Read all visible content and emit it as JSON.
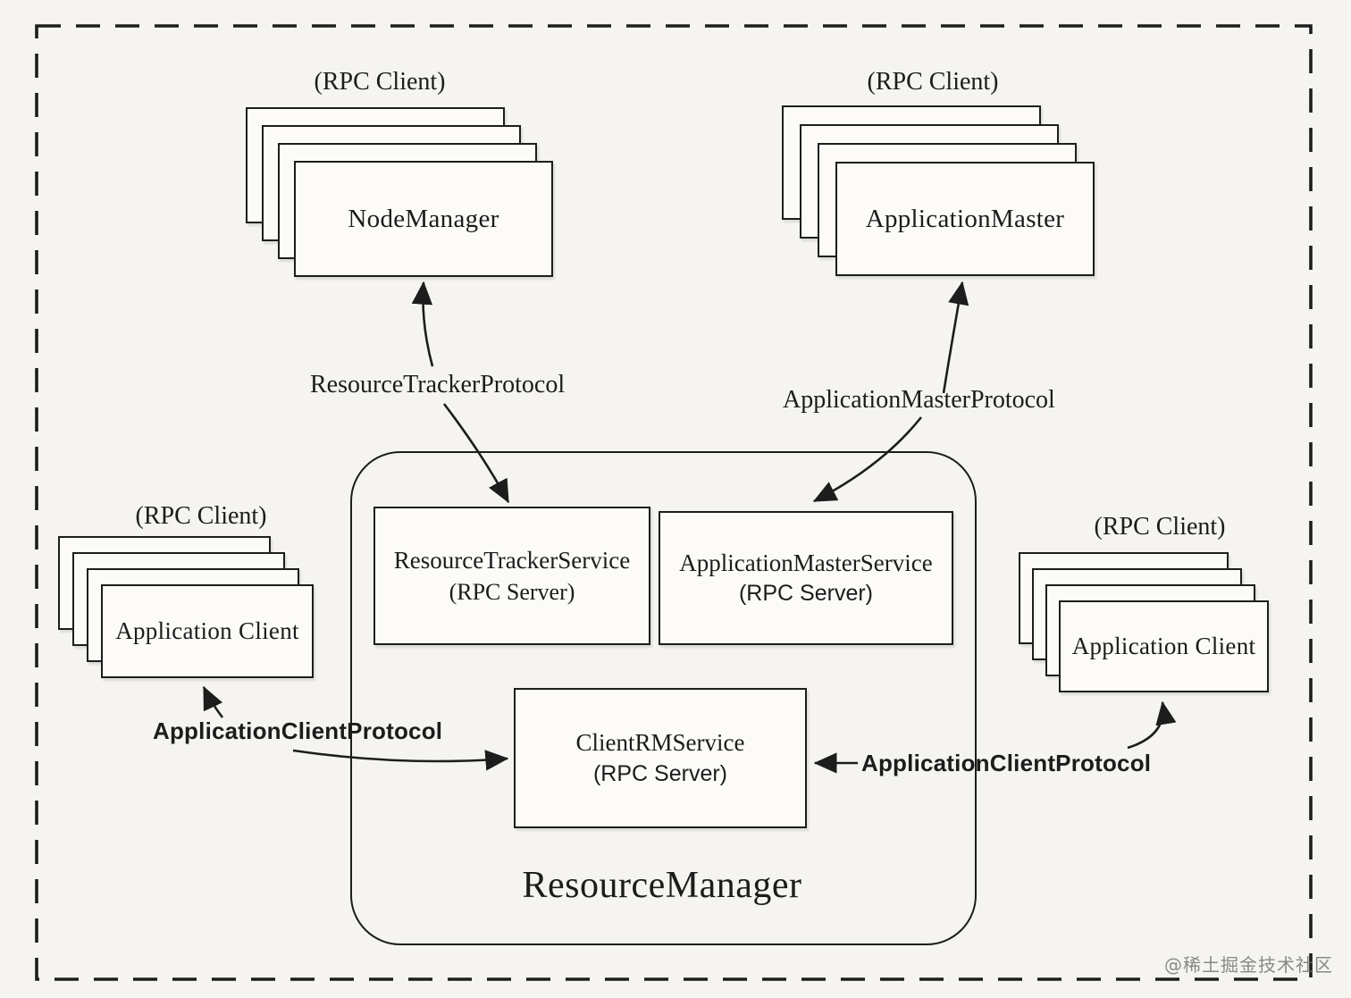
{
  "diagram": {
    "title": "ResourceManager",
    "watermark": "@稀土掘金技术社区",
    "stacks": {
      "node_manager": {
        "rpc": "(RPC Client)",
        "label": "NodeManager"
      },
      "application_master": {
        "rpc": "(RPC Client)",
        "label": "ApplicationMaster"
      },
      "app_client_left": {
        "rpc": "(RPC Client)",
        "label": "Application Client"
      },
      "app_client_right": {
        "rpc": "(RPC Client)",
        "label": "Application Client"
      }
    },
    "services": {
      "resource_tracker": {
        "name": "ResourceTrackerService",
        "role": "(RPC Server)"
      },
      "application_master": {
        "name": "ApplicationMasterService",
        "role": "(RPC Server)"
      },
      "client_rm": {
        "name": "ClientRMService",
        "role": "(RPC Server)"
      }
    },
    "protocols": {
      "resource_tracker": "ResourceTrackerProtocol",
      "application_master": "ApplicationMasterProtocol",
      "app_client_left": "ApplicationClientProtocol",
      "app_client_right": "ApplicationClientProtocol"
    },
    "colors": {
      "ink": "#1d1d1d",
      "paper": "#f5f4f0",
      "box_fill": "#fcfbf8",
      "watermark": "#6e6e6e"
    }
  }
}
